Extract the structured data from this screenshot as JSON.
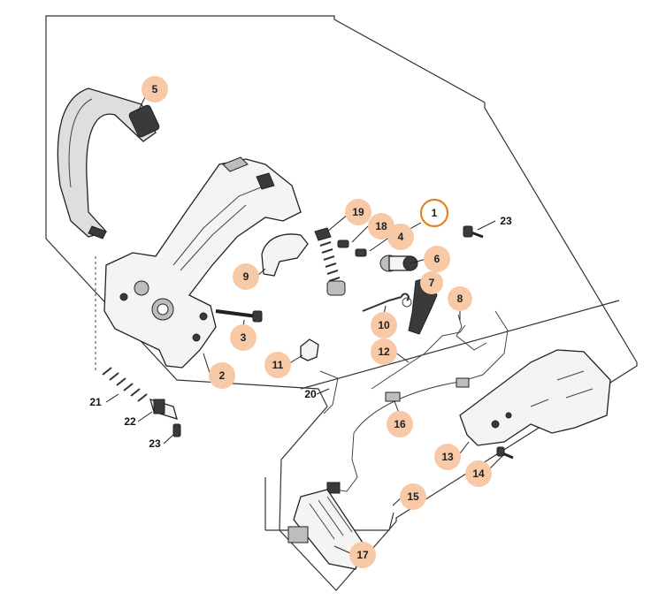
{
  "diagram": {
    "callouts_highlighted": [
      {
        "id": "c1",
        "label": "1",
        "selected": true
      },
      {
        "id": "c2",
        "label": "2"
      },
      {
        "id": "c3",
        "label": "3"
      },
      {
        "id": "c4",
        "label": "4"
      },
      {
        "id": "c5",
        "label": "5"
      },
      {
        "id": "c6",
        "label": "6"
      },
      {
        "id": "c7",
        "label": "7"
      },
      {
        "id": "c8",
        "label": "8"
      },
      {
        "id": "c9",
        "label": "9"
      },
      {
        "id": "c10",
        "label": "10"
      },
      {
        "id": "c11",
        "label": "11"
      },
      {
        "id": "c12",
        "label": "12"
      },
      {
        "id": "c13",
        "label": "13"
      },
      {
        "id": "c14",
        "label": "14"
      },
      {
        "id": "c15",
        "label": "15"
      },
      {
        "id": "c16",
        "label": "16"
      },
      {
        "id": "c17",
        "label": "17"
      },
      {
        "id": "c18",
        "label": "18"
      },
      {
        "id": "c19",
        "label": "19"
      }
    ],
    "callouts_plain": [
      {
        "id": "p20",
        "label": "20"
      },
      {
        "id": "p21",
        "label": "21"
      },
      {
        "id": "p22",
        "label": "22"
      },
      {
        "id": "p23a",
        "label": "23"
      },
      {
        "id": "p23b",
        "label": "23"
      }
    ],
    "colors": {
      "highlight_fill": "#f7c9a6",
      "selected_ring": "#e8811f"
    }
  }
}
